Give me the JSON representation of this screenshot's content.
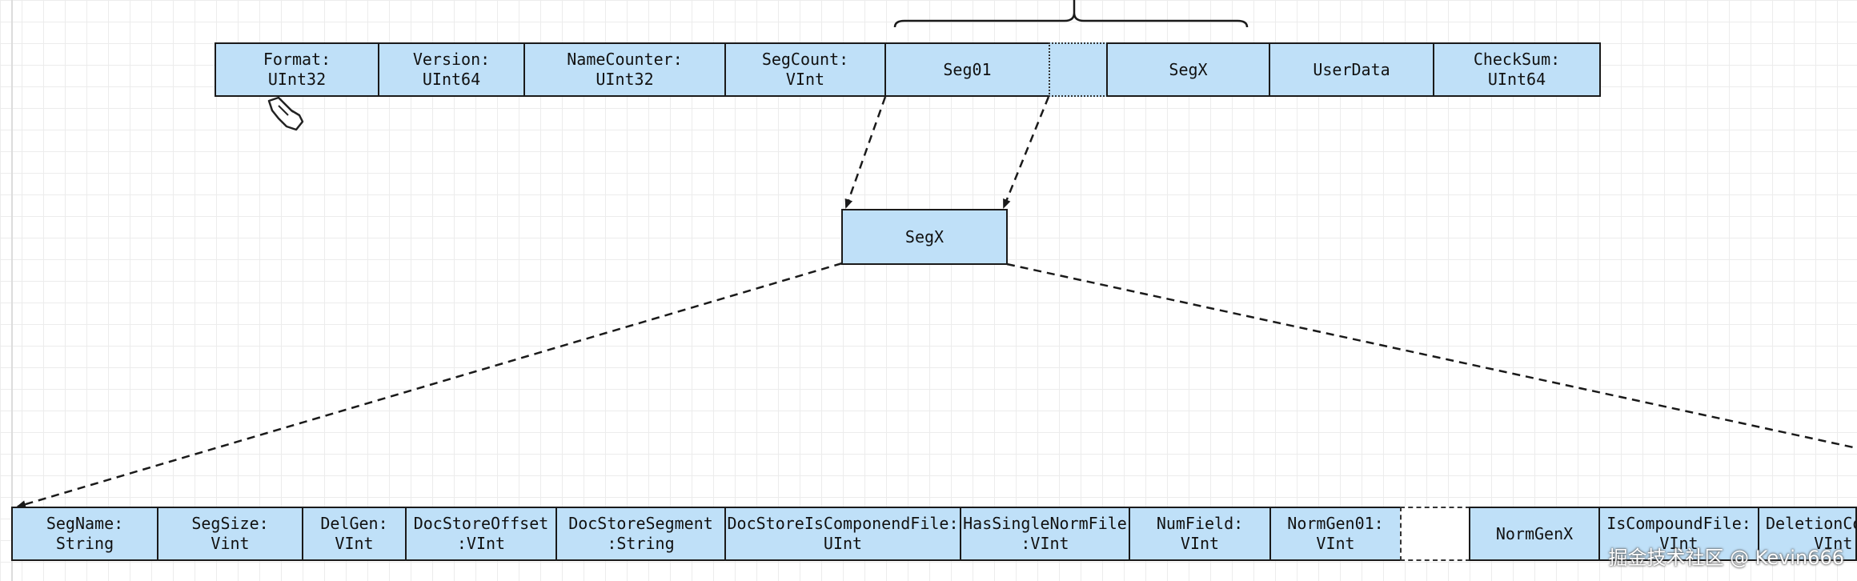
{
  "top_row": [
    {
      "label": "Format:\nUInt32"
    },
    {
      "label": "Version:\nUInt64"
    },
    {
      "label": "NameCounter:\nUInt32"
    },
    {
      "label": "SegCount:\nVInt"
    },
    {
      "label": "Seg01"
    },
    {
      "label": ""
    },
    {
      "label": "SegX"
    },
    {
      "label": "UserData"
    },
    {
      "label": "CheckSum:\nUInt64"
    }
  ],
  "segx_node": {
    "label": "SegX"
  },
  "bottom_row": [
    {
      "label": "SegName:\nString"
    },
    {
      "label": "SegSize:\nVint"
    },
    {
      "label": "DelGen:\nVInt"
    },
    {
      "label": "DocStoreOffset\n:VInt"
    },
    {
      "label": "DocStoreSegment\n:String"
    },
    {
      "label": "DocStoreIsComponendFile:\nUInt"
    },
    {
      "label": "HasSingleNormFile\n:VInt"
    },
    {
      "label": "NumField:\nVInt"
    },
    {
      "label": "NormGen01:\nVInt"
    },
    {
      "label": ""
    },
    {
      "label": "NormGenX"
    },
    {
      "label": "IsCompoundFile:\nVInt"
    },
    {
      "label": "DeletionCount:\nVInt"
    }
  ],
  "watermark": "掘金技术社区 @ Kevin666"
}
